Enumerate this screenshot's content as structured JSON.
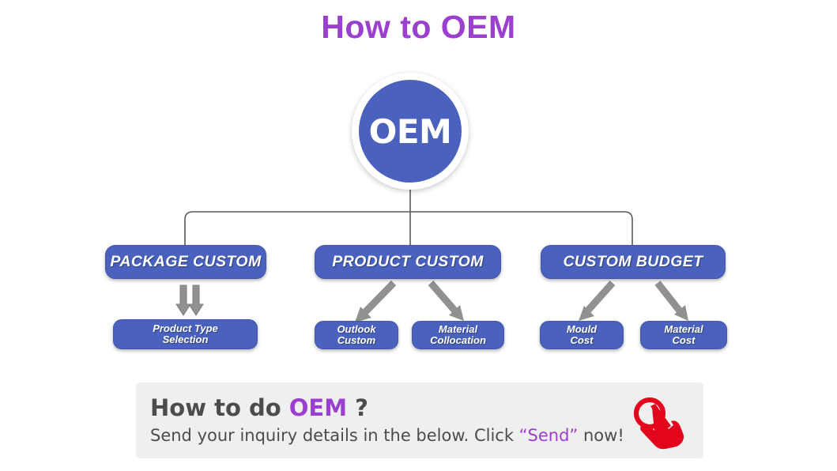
{
  "page": {
    "title": "How to OEM",
    "background_color": "#ffffff",
    "accent_purple": "#9B3FCE",
    "node_blue": "#4A62BE",
    "arrow_gray": "#8C8C8C",
    "banner_gray": "#EFEFEF",
    "hand_red": "#E3051B"
  },
  "diagram": {
    "hub": {
      "label": "OEM",
      "icon": "oem-hub-circle"
    },
    "branches": [
      {
        "id": "package",
        "label": "PACKAGE CUSTOM",
        "connector": "double-down-arrow",
        "children": [
          {
            "id": "product-type-selection",
            "line1": "Product Type",
            "line2": "Selection"
          }
        ]
      },
      {
        "id": "product",
        "label": "PRODUCT CUSTOM",
        "connector": "diagonal-arrows",
        "children": [
          {
            "id": "outlook-custom",
            "line1": "Outlook",
            "line2": "Custom"
          },
          {
            "id": "material-collocation",
            "line1": "Material",
            "line2": "Collocation"
          }
        ]
      },
      {
        "id": "budget",
        "label": "CUSTOM BUDGET",
        "connector": "diagonal-arrows",
        "children": [
          {
            "id": "mould-cost",
            "line1": "Mould",
            "line2": "Cost"
          },
          {
            "id": "material-cost",
            "line1": "Material",
            "line2": "Cost"
          }
        ]
      }
    ]
  },
  "cta": {
    "heading_prefix": "How to do ",
    "heading_accent": "OEM",
    "heading_suffix": " ?",
    "sub_prefix": "Send your inquiry details in the below. Click ",
    "sub_accent": "“Send”",
    "sub_suffix": " now!",
    "icon": "hand-pointer-icon"
  }
}
